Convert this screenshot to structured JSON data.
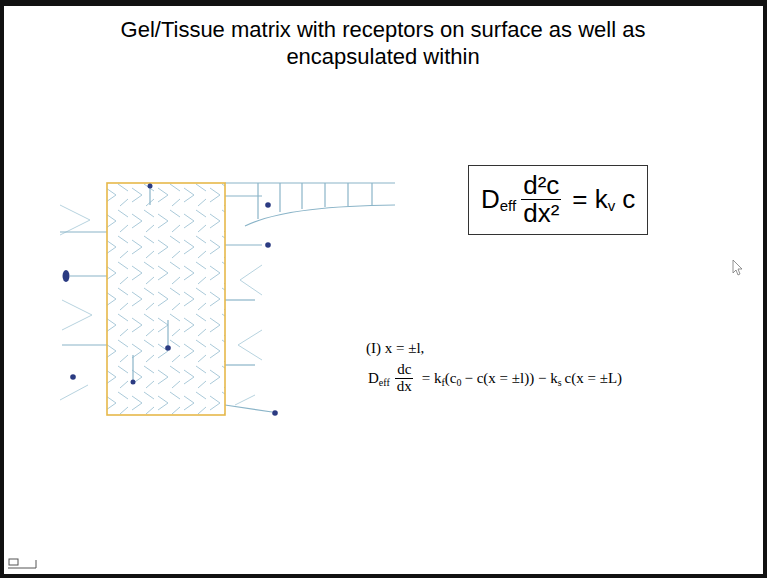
{
  "diagram": {
    "title": "Gel/Tissue matrix with receptors on surface as well as encapsulated within",
    "nodes": [
      {
        "text": [
          "D",
          "eff",
          "d²c",
          "dx²",
          "= k",
          "v",
          "c"
        ]
      }
    ],
    "labels": [
      "(I) x = ±l,",
      "D",
      "eff",
      "dc",
      "dx",
      "= k",
      "f",
      "(c",
      "0",
      "− c(x = ±l)) − k",
      "s",
      "c(x = ±L)"
    ]
  }
}
